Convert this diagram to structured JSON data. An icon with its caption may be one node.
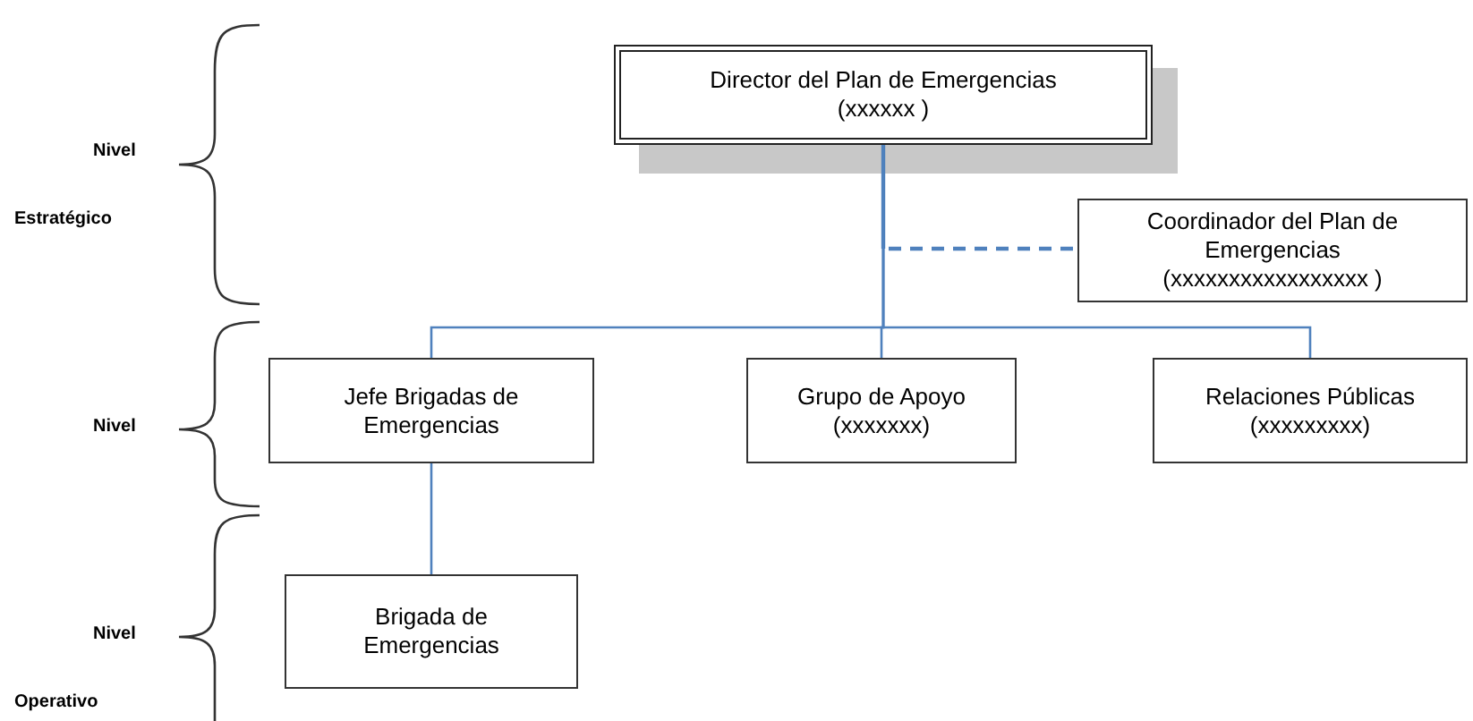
{
  "diagram": {
    "nodes": [
      {
        "text": [
          "Director del Plan de Emergencias",
          "(xxxxxx )"
        ]
      },
      {
        "text": [
          "Coordinador del Plan de Emergencias",
          "(xxxxxxxxxxxxxxxxx )"
        ]
      },
      {
        "text": [
          "Jefe Brigadas de Emergencias"
        ]
      },
      {
        "text": [
          "Grupo de Apoyo",
          "(xxxxxxx)"
        ]
      },
      {
        "text": [
          "Relaciones Públicas",
          "(xxxxxxxxx)"
        ]
      },
      {
        "text": [
          "Brigada de Emergencias"
        ]
      }
    ],
    "edges": [
      {
        "from": 0,
        "to": 1,
        "arrow": "none",
        "style": "dashed"
      },
      {
        "from": 0,
        "to": 2,
        "arrow": "none"
      },
      {
        "from": 0,
        "to": 3,
        "arrow": "none"
      },
      {
        "from": 0,
        "to": 4,
        "arrow": "none"
      },
      {
        "from": 2,
        "to": 5,
        "arrow": "none"
      }
    ],
    "labels": [
      "Nivel",
      "Estratégico",
      "Nivel",
      "Nivel",
      "Operativo"
    ]
  }
}
